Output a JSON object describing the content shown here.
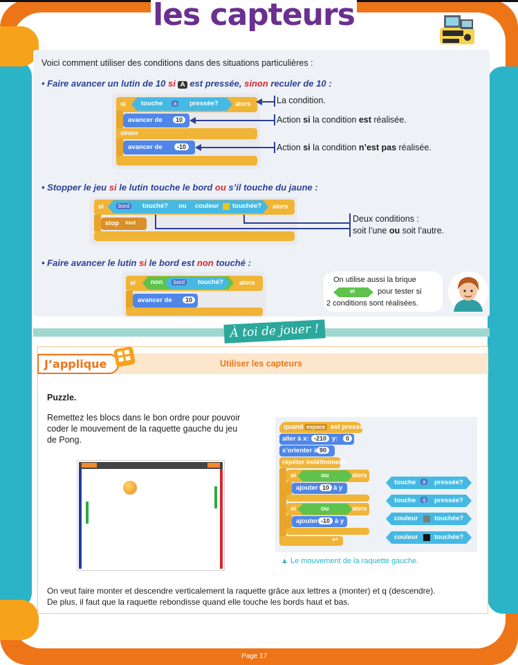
{
  "page": {
    "title": "les capteurs",
    "page_number": "Page 17"
  },
  "intro": "Voici comment utiliser des conditions dans des situations particulières :",
  "example1": {
    "bullet_a": "• Faire avancer un lutin de 10 ",
    "si": "si",
    "key": "A",
    "bullet_b": " est pressée, ",
    "sinon": "sinon",
    "bullet_c": " reculer de 10 :",
    "block_si": "si",
    "block_touche": "touche",
    "block_key": "a",
    "block_pressee": "pressée?",
    "block_alors": "alors",
    "block_avancer1": "avancer de",
    "value1": "10",
    "block_sinon": "sinon",
    "block_avancer2": "avancer de",
    "value2": "-10",
    "note_condition": "La condition.",
    "note_action_a": "Action ",
    "note_action_si": "si",
    "note_action_b": " la condition ",
    "note_action_est": "est",
    "note_action_c": " réalisée.",
    "note_action2_c": "n’est pas",
    "note_action2_d": " réalisée."
  },
  "example2": {
    "bullet_a": "• Stopper le jeu ",
    "si": "si",
    "bullet_b": " le lutin touche le bord ",
    "ou": "ou",
    "bullet_c": " s’il touche du jaune :",
    "block_si": "si",
    "block_bord": "bord",
    "block_touche": "touché?",
    "block_ou": "ou",
    "block_couleur": "couleur",
    "block_touche2": "touchée?",
    "block_alors": "alors",
    "block_stop": "stop",
    "block_tout": "tout",
    "note_line1": "Deux conditions :",
    "note_line2_a": "soit l’une ",
    "note_line2_ou": "ou",
    "note_line2_b": " soit l’autre."
  },
  "example3": {
    "bullet_a": "• Faire avancer le lutin ",
    "si": "si",
    "bullet_b": " le bord est ",
    "non": "non",
    "bullet_c": " touché :",
    "block_si": "si",
    "block_non": "non",
    "block_bord": "bord",
    "block_touche": "touché?",
    "block_alors": "alors",
    "block_avancer": "avancer de",
    "value": "10"
  },
  "tip": {
    "line1": "On utilise aussi la brique",
    "block_et": "et",
    "line2": "pour tester si",
    "line3": "2 conditions sont réalisées."
  },
  "banner": "À toi de jouer !",
  "exercise": {
    "label": "J’applique",
    "header": "Utiliser les capteurs",
    "title": "Puzzle.",
    "instructions_1": "Remettez les blocs dans le bon ordre pour pouvoir",
    "instructions_2": "coder le mouvement de la raquette gauche du jeu",
    "instructions_3": "de Pong.",
    "caption": "▲ Le mouvement de la raquette gauche.",
    "text_line1": "On veut faire monter et descendre verticalement la raquette grâce aux lettres a (monter) et q (descendre).",
    "text_line2": "De plus, il faut que la raquette rebondisse quand elle touche les bords haut et bas."
  },
  "script": {
    "hat_quand": "quand",
    "hat_key": "espace",
    "hat_est_presse": "est pressé",
    "aller": "aller à x:",
    "x_value": "-210",
    "y_label": "y:",
    "y_value": "0",
    "orienter": "s’orienter à",
    "orient_value": "90",
    "repeter": "répéter indéfiniment",
    "si1": "si",
    "ou1": "ou",
    "alors1": "alors",
    "ajouter1": "ajouter",
    "ajouter1_value": "10",
    "ajouter1_suffix": "à y",
    "si2": "si",
    "ou2": "ou",
    "alors2": "alors",
    "ajouter2": "ajouter",
    "ajouter2_value": "-10",
    "ajouter2_suffix": "à y"
  },
  "loose_blocks": [
    {
      "prefix": "touche",
      "option": "a",
      "suffix": "pressée?"
    },
    {
      "prefix": "touche",
      "option": "q",
      "suffix": "pressée?"
    },
    {
      "prefix": "couleur",
      "option": "",
      "suffix": "touchée?",
      "swatch": "#7d7d7d"
    },
    {
      "prefix": "couleur",
      "option": "",
      "suffix": "touchée?",
      "swatch": "#111111"
    }
  ],
  "colors": {
    "orange": "#ee7418",
    "teal": "#2bb4c7",
    "purple": "#6b2f8f",
    "navy": "#2c3f95",
    "red": "#d8262c",
    "block_yellow": "#f0b437",
    "block_blue": "#4f86e8",
    "block_green": "#5fc24c"
  }
}
